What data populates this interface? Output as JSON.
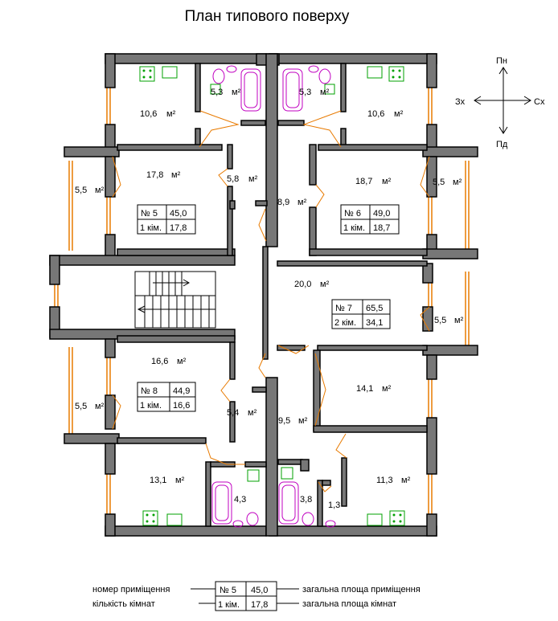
{
  "title": "План типового поверху",
  "compass": {
    "north": "Пн",
    "south": "Пд",
    "west": "Зх",
    "east": "Сх"
  },
  "rooms": [
    {
      "area": "10,6",
      "unit": "м²"
    },
    {
      "area": "5,3",
      "unit": "м²"
    },
    {
      "area": "5,3",
      "unit": "м²"
    },
    {
      "area": "10,6",
      "unit": "м²"
    },
    {
      "area": "17,8",
      "unit": "м²"
    },
    {
      "area": "5,8",
      "unit": "м²"
    },
    {
      "area": "8,9",
      "unit": "м²"
    },
    {
      "area": "18,7",
      "unit": "м²"
    },
    {
      "area": "5,5",
      "unit": "м²"
    },
    {
      "area": "5,5",
      "unit": "м²"
    },
    {
      "area": "20,0",
      "unit": "м²"
    },
    {
      "area": "5,5",
      "unit": "м²"
    },
    {
      "area": "16,6",
      "unit": "м²"
    },
    {
      "area": "5,5",
      "unit": "м²"
    },
    {
      "area": "5,4",
      "unit": "м²"
    },
    {
      "area": "9,5",
      "unit": "м²"
    },
    {
      "area": "14,1",
      "unit": "м²"
    },
    {
      "area": "13,1",
      "unit": "м²"
    },
    {
      "area": "4,3",
      "unit": ""
    },
    {
      "area": "3,8",
      "unit": ""
    },
    {
      "area": "1,3",
      "unit": ""
    },
    {
      "area": "11,3",
      "unit": "м²"
    }
  ],
  "apartments": [
    {
      "number": "№ 5",
      "total": "45,0",
      "rooms": "1 кім.",
      "living": "17,8"
    },
    {
      "number": "№ 6",
      "total": "49,0",
      "rooms": "1 кім.",
      "living": "18,7"
    },
    {
      "number": "№ 7",
      "total": "65,5",
      "rooms": "2 кім.",
      "living": "34,1"
    },
    {
      "number": "№ 8",
      "total": "44,9",
      "rooms": "1 кім.",
      "living": "16,6"
    }
  ],
  "legend": {
    "number_label": "номер приміщення",
    "rooms_label": "кількість кімнат",
    "total_label": "загальна площа приміщення",
    "living_label": "загальна площа кімнат",
    "sample": {
      "number": "№ 5",
      "total": "45,0",
      "rooms": "1 кім.",
      "living": "17,8"
    }
  }
}
